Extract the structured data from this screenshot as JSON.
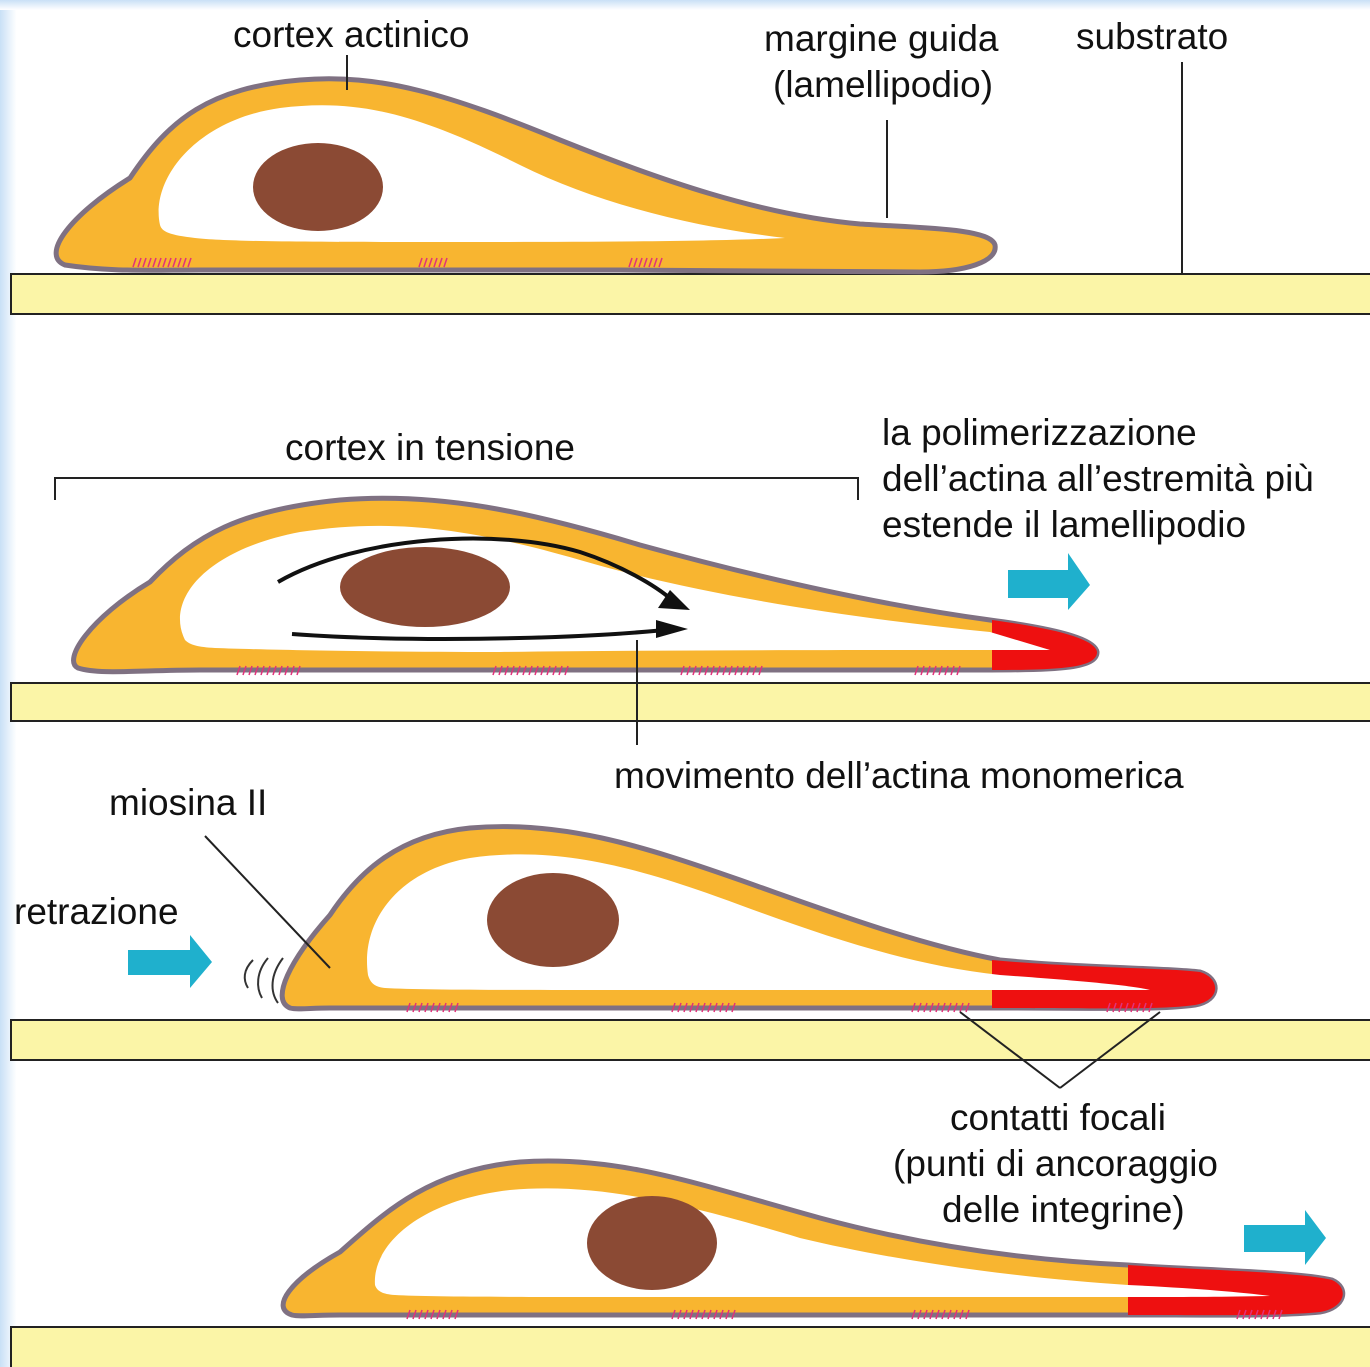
{
  "labels": {
    "cortex_actinico": "cortex actinico",
    "margine_guida_1": "margine guida",
    "margine_guida_2": "(lamellipodio)",
    "substrato": "substrato",
    "cortex_tensione": "cortex in tensione",
    "polimerizzazione_1": "la polimerizzazione",
    "polimerizzazione_2": "dell’actina all’estremità più",
    "polimerizzazione_3": "estende il lamellipodio",
    "movimento": "movimento dell’actina monomerica",
    "miosina": "miosina II",
    "retrazione": "retrazione",
    "contatti_1": "contatti focali",
    "contatti_2": "(punti di ancoraggio",
    "contatti_3": "delle integrine)"
  },
  "colors": {
    "background_edge": "#cfe4f7",
    "substrate": "#fbf5a7",
    "cortex": "#f8b530",
    "membrane": "#7f7182",
    "nucleus": "#8b4a34",
    "lamellipodium": "#ee1010",
    "focal_contact": "#e0337a",
    "arrow": "#1fb0cd"
  }
}
